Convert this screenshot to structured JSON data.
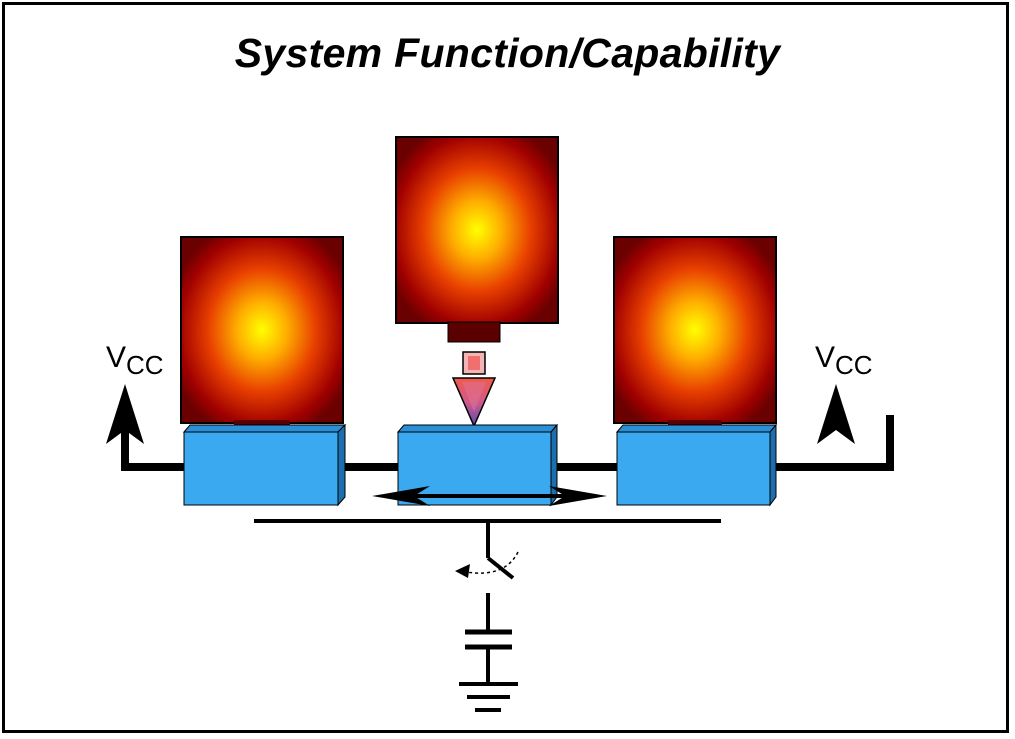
{
  "title": "System Function/Capability",
  "labels": {
    "left_supply": {
      "main": "V",
      "sub": "CC"
    },
    "right_supply": {
      "main": "V",
      "sub": "CC"
    }
  },
  "colors": {
    "heater_outer": "#7a0000",
    "heater_mid": "#e04000",
    "heater_center": "#ffff00",
    "block": "#3aa9ef",
    "block_dark": "#1c76b8",
    "arrow_top": "#f04848",
    "arrow_bottom": "#6a4ab8",
    "wire": "#000000"
  },
  "icons": [
    "up-arrow-icon",
    "down-arrow-icon",
    "double-headed-arrow-icon",
    "rotation-arrow-icon",
    "switch-icon",
    "capacitor-icon",
    "ground-icon"
  ]
}
